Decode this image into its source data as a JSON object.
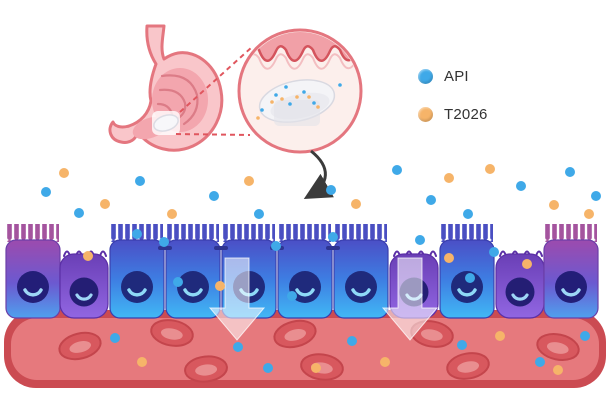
{
  "legend": {
    "items": [
      {
        "id": "api",
        "label": "API",
        "color": "#3FA9E8"
      },
      {
        "id": "t2026",
        "label": "T2026",
        "color": "#F6B469"
      }
    ]
  },
  "colors": {
    "api_particle": "#3FA9E8",
    "t2026_particle": "#F6B469",
    "stomach_fill": "#F9C6CA",
    "stomach_outline": "#E4767F",
    "mucosa_band": "#F1A0A7",
    "mucosa_line": "#D4545D",
    "vessel_wall": "#CB4B52",
    "vessel_lumen": "#E6797D",
    "rbc_outer": "#D8585E",
    "rbc_rim": "#C4454C",
    "rbc_center": "#E98E90",
    "cell_blue_top": "#4B4FC6",
    "cell_blue_bottom": "#41B8F5",
    "cell_purple": "#9166E2",
    "nucleus": "#1F2A7C"
  },
  "particles": {
    "api": [
      [
        46,
        192
      ],
      [
        79,
        213
      ],
      [
        140,
        181
      ],
      [
        214,
        196
      ],
      [
        259,
        214
      ],
      [
        331,
        190
      ],
      [
        397,
        170
      ],
      [
        431,
        200
      ],
      [
        468,
        214
      ],
      [
        521,
        186
      ],
      [
        570,
        172
      ],
      [
        596,
        196
      ],
      [
        137,
        234
      ],
      [
        164,
        242
      ],
      [
        276,
        246
      ],
      [
        333,
        237
      ],
      [
        420,
        240
      ],
      [
        494,
        252
      ],
      [
        178,
        282
      ],
      [
        292,
        296
      ],
      [
        470,
        278
      ],
      [
        115,
        338
      ],
      [
        238,
        347
      ],
      [
        268,
        368
      ],
      [
        352,
        341
      ],
      [
        462,
        345
      ],
      [
        540,
        362
      ],
      [
        585,
        336
      ],
      [
        276,
        95,
        1.8
      ],
      [
        290,
        104,
        1.8
      ],
      [
        304,
        92,
        1.8
      ],
      [
        314,
        103,
        1.8
      ],
      [
        286,
        87,
        1.8
      ],
      [
        340,
        85,
        1.8
      ],
      [
        262,
        110,
        1.8
      ]
    ],
    "t2026": [
      [
        64,
        173
      ],
      [
        105,
        204
      ],
      [
        172,
        214
      ],
      [
        249,
        181
      ],
      [
        356,
        204
      ],
      [
        449,
        178
      ],
      [
        490,
        169
      ],
      [
        554,
        205
      ],
      [
        589,
        214
      ],
      [
        88,
        256
      ],
      [
        220,
        286
      ],
      [
        449,
        258
      ],
      [
        527,
        264
      ],
      [
        142,
        362
      ],
      [
        316,
        368
      ],
      [
        385,
        362
      ],
      [
        500,
        336
      ],
      [
        558,
        370
      ],
      [
        282,
        99,
        1.8
      ],
      [
        297,
        97,
        1.8
      ],
      [
        309,
        97,
        1.8
      ],
      [
        272,
        102,
        1.8
      ],
      [
        318,
        107,
        1.8
      ],
      [
        258,
        118,
        1.8
      ]
    ]
  },
  "vessel": {
    "red_blood_cells": [
      [
        80,
        346,
        -14
      ],
      [
        172,
        333,
        10
      ],
      [
        206,
        369,
        -6
      ],
      [
        295,
        334,
        -14
      ],
      [
        322,
        367,
        8
      ],
      [
        432,
        334,
        10
      ],
      [
        468,
        366,
        -10
      ],
      [
        558,
        347,
        12
      ]
    ]
  }
}
